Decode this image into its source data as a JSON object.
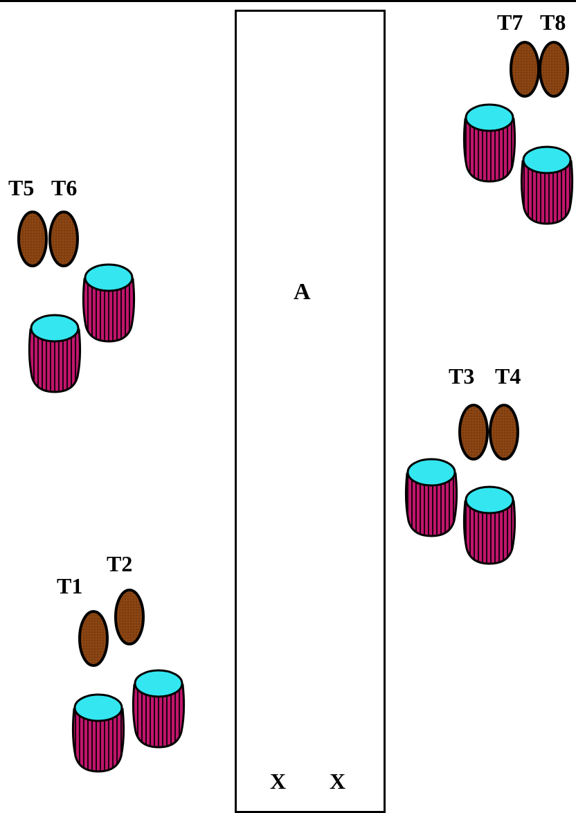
{
  "area_label": "A",
  "markers": [
    "X",
    "X"
  ],
  "stations": [
    {
      "labels": [
        "T7",
        "T8"
      ]
    },
    {
      "labels": [
        "T5",
        "T6"
      ]
    },
    {
      "labels": [
        "T3",
        "T4"
      ]
    },
    {
      "labels": [
        "T1",
        "T2"
      ]
    }
  ],
  "colors": {
    "seat_fill": "#8b4513",
    "drum_body": "#c0156b",
    "drum_top": "#33e6f0",
    "outline": "#000000"
  }
}
